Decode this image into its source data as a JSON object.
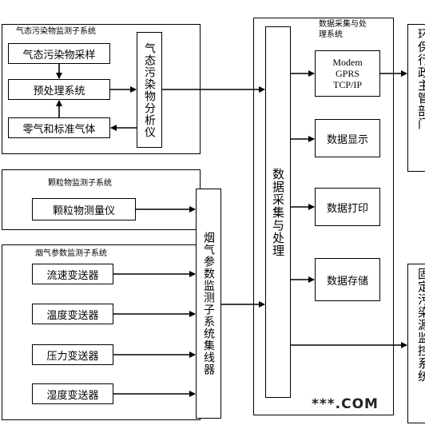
{
  "groups": {
    "gas_system": "气态污染物监测子系统",
    "particle_system": "颗粒物监测子系统",
    "flue_system": "烟气参数监测子系统",
    "data_system": "数据采集与处理系统"
  },
  "gas": {
    "sampling": "气态污染物采样",
    "pretreatment": "预处理系统",
    "zero_gas": "零气和标准气体",
    "analyzer": "气态污染物分析仪"
  },
  "particle": {
    "meter": "颗粒物测量仪"
  },
  "flue": {
    "flow": "流速变送器",
    "temp": "温度变送器",
    "pressure": "压力变送器",
    "humidity": "湿度变送器",
    "hub": "烟气参数监测子系统集线器"
  },
  "data": {
    "center": "数据采集与处理",
    "modem": [
      "Modem",
      "GPRS",
      "TCP/IP"
    ],
    "display": "数据显示",
    "print": "数据打印",
    "storage": "数据存储"
  },
  "outputs": {
    "epa": "环保行政主管部门",
    "fixed": "固定污染源监控系统"
  },
  "watermark": "***.COM"
}
